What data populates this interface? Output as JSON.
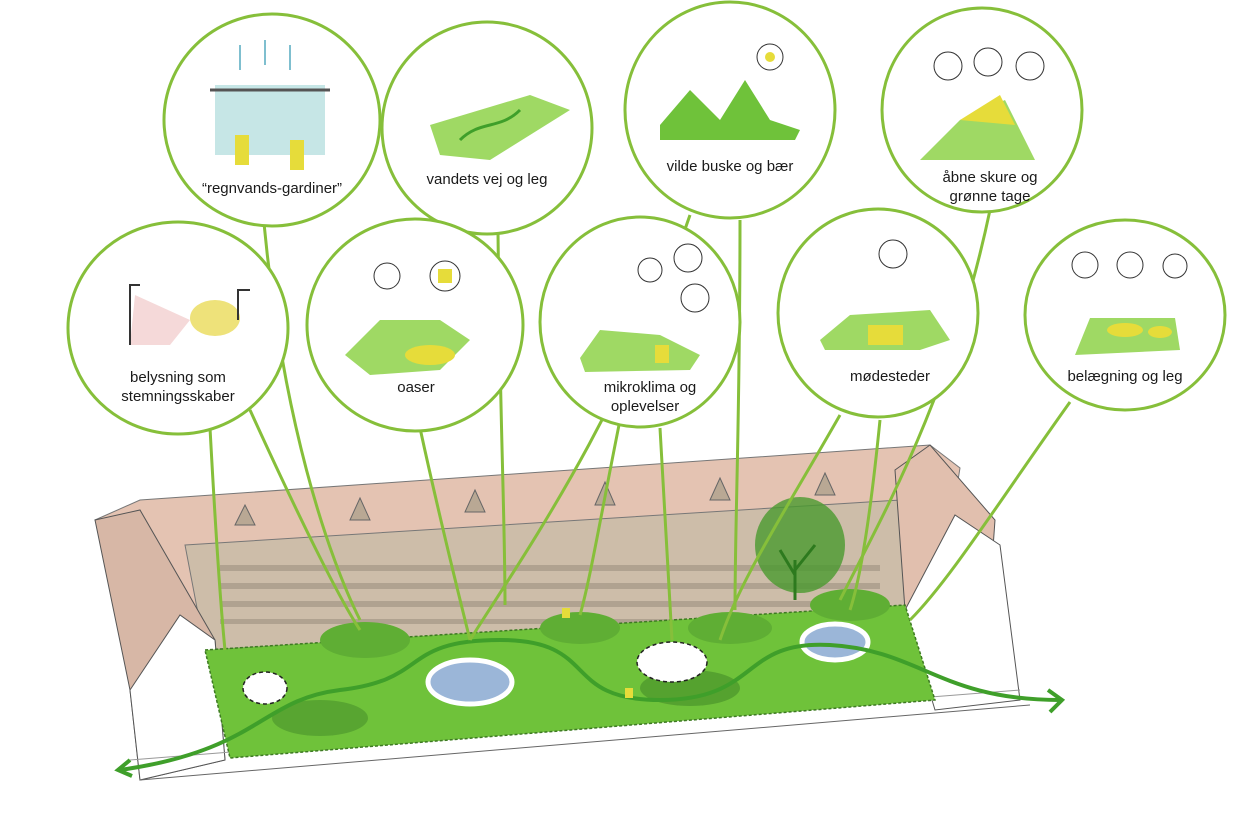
{
  "bubbles": [
    {
      "id": "regnvands",
      "line1": "“regnvands-gardiner”",
      "line2": ""
    },
    {
      "id": "vandets",
      "line1": "vandets vej og leg",
      "line2": ""
    },
    {
      "id": "vilde",
      "line1": "vilde buske og bær",
      "line2": ""
    },
    {
      "id": "abne",
      "line1": "åbne skure og",
      "line2": "grønne tage"
    },
    {
      "id": "belysning",
      "line1": "belysning som",
      "line2": "stemningsskaber"
    },
    {
      "id": "oaser",
      "line1": "oaser",
      "line2": ""
    },
    {
      "id": "mikroklima",
      "line1": "mikroklima og",
      "line2": "oplevelser"
    },
    {
      "id": "modesteder",
      "line1": "mødesteder",
      "line2": ""
    },
    {
      "id": "belaegning",
      "line1": "belægning og leg",
      "line2": ""
    }
  ],
  "colors": {
    "bubble_stroke": "#86bf3a",
    "lawn": "#6fc23a",
    "lawn_light": "#9fd964",
    "path": "#3f9f2a",
    "water": "#9bb6d8",
    "roof": "#e8c7b7",
    "facade": "#cdbfae",
    "accent_yellow": "#e6dc3a"
  }
}
